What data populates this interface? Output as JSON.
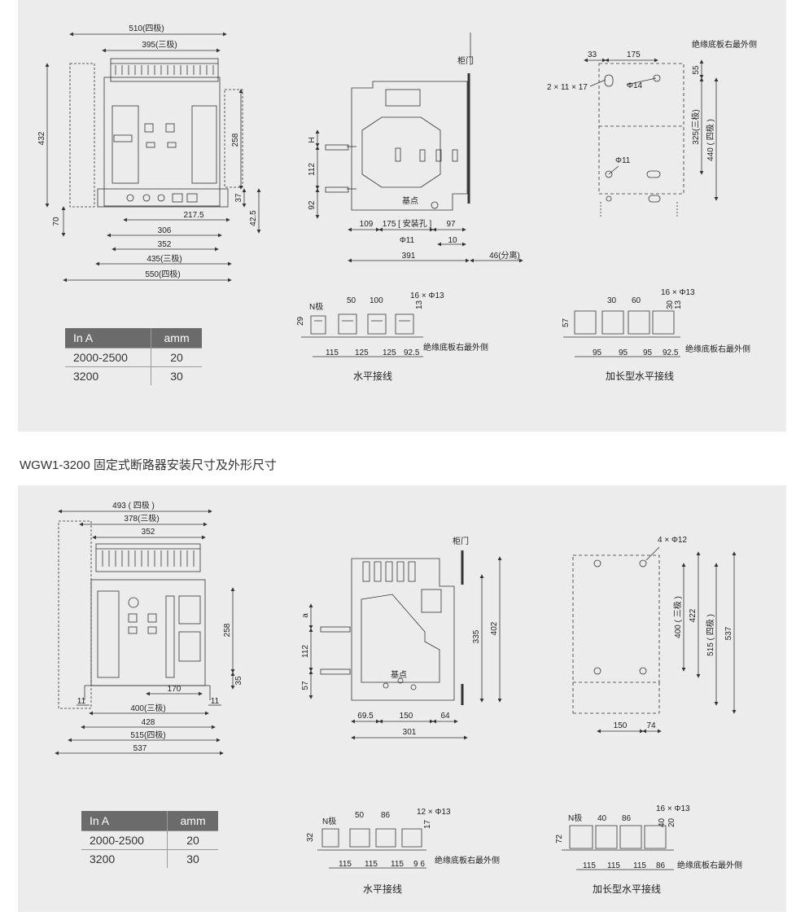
{
  "top": {
    "front": {
      "w510": "510(四极)",
      "w395": "395(三极)",
      "h432": "432",
      "h258": "258",
      "h37": "37",
      "h70": "70",
      "h42": "42.5",
      "w217": "217.5",
      "w306": "306",
      "w352": "352",
      "w435": "435(三极)",
      "w550": "550(四极)"
    },
    "side": {
      "door": "柜门",
      "H": "H",
      "h112": "112",
      "h92": "92",
      "base": "基点",
      "w109": "109",
      "w175": "175 [ 安装孔 ]",
      "w97": "97",
      "phi11": "Φ11",
      "w10": "10",
      "w391": "391",
      "w46": "46(分离)"
    },
    "mount": {
      "edge": "绝缘底板右最外侧",
      "w33": "33",
      "w175": "175",
      "slot": "2 × 11 × 17",
      "phi14": "Φ14",
      "phi11": "Φ11",
      "h55": "55",
      "h325": "325(三极)",
      "h440": "440 ( 四极 )"
    },
    "busbar": {
      "npole": "N极",
      "w50": "50",
      "w100": "100",
      "holes": "16 × Φ13",
      "h13": "13",
      "h29": "29",
      "w115": "115",
      "w125a": "125",
      "w125b": "125",
      "w92": "92.5",
      "edge": "绝缘底板右最外侧",
      "caption": "水平接线"
    },
    "ext": {
      "w30": "30",
      "w60": "60",
      "holes": "16 × Φ13",
      "h30": "30",
      "h13": "13",
      "h57": "57",
      "w95a": "95",
      "w95b": "95",
      "w95c": "95",
      "w92": "92.5",
      "edge": "绝缘底板右最外侧",
      "caption": "加长型水平接线"
    },
    "table": {
      "col1": "In A",
      "col2": "amm",
      "rows": [
        [
          "2000-2500",
          "20"
        ],
        [
          "3200",
          "30"
        ]
      ]
    }
  },
  "section_title": "WGW1-3200 固定式断路器安装尺寸及外形尺寸",
  "bottom": {
    "front": {
      "w493": "493 ( 四极 )",
      "w378": "378(三极)",
      "w352": "352",
      "h258": "258",
      "h35": "35",
      "w170": "170",
      "w11a": "11",
      "w11b": "11",
      "w400": "400(三极)",
      "w428": "428",
      "w515": "515(四极)",
      "w537": "537"
    },
    "side": {
      "door": "柜门",
      "a": "a",
      "h112": "112",
      "h57": "57",
      "base": "基点",
      "h335": "335",
      "h402": "402",
      "w69": "69.5",
      "w150": "150",
      "w64": "64",
      "w301": "301"
    },
    "mount": {
      "holes": "4 × Φ12",
      "h400": "400 ( 三极 )",
      "h422": "422",
      "h515": "515 ( 四极 )",
      "h537": "537",
      "w150": "150",
      "w74": "74"
    },
    "busbar": {
      "npole": "N极",
      "w50": "50",
      "w86": "86",
      "holes": "12 × Φ13",
      "h17": "17",
      "h32": "32",
      "w115a": "115",
      "w115b": "115",
      "w115c": "115",
      "w96": "9 6",
      "edge": "绝缘底板右最外侧",
      "caption": "水平接线"
    },
    "ext": {
      "npole": "N极",
      "w40": "40",
      "w86": "86",
      "holes": "16 × Φ13",
      "h40": "40",
      "h20": "20",
      "h72": "72",
      "w115a": "115",
      "w115b": "115",
      "w115c": "115",
      "w86b": "86",
      "edge": "绝缘底板右最外侧",
      "caption": "加长型水平接线"
    },
    "table": {
      "col1": "In A",
      "col2": "amm",
      "rows": [
        [
          "2000-2500",
          "20"
        ],
        [
          "3200",
          "30"
        ]
      ]
    }
  },
  "colors": {
    "panel": "#ececec",
    "header": "#6b6b6b",
    "line": "#333333"
  }
}
